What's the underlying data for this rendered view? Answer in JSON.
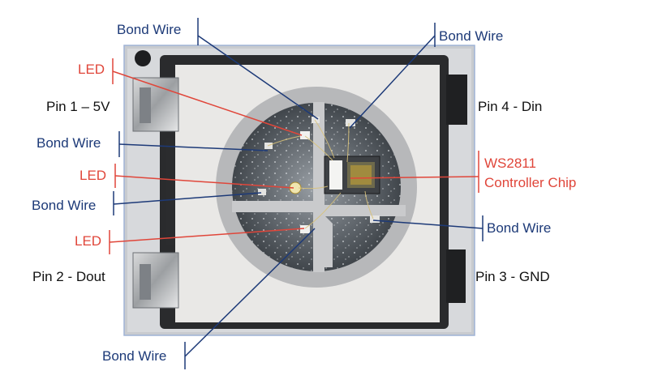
{
  "labels": {
    "bond_wire_1": "Bond Wire",
    "bond_wire_2": "Bond Wire",
    "bond_wire_3": "Bond Wire",
    "bond_wire_4": "Bond Wire",
    "bond_wire_5": "Bond Wire",
    "bond_wire_6": "Bond Wire",
    "led_1": "LED",
    "led_2": "LED",
    "led_3": "LED",
    "pin1": "Pin 1 – 5V",
    "pin2": "Pin 2 - Dout",
    "pin3": "Pin 3 - GND",
    "pin4": "Pin 4 - Din",
    "chip_line1": "WS2811",
    "chip_line2": "Controller Chip"
  },
  "colors": {
    "bond_wire_label": "#1d3a78",
    "led_label": "#e0463a",
    "pin_label": "#111111"
  }
}
